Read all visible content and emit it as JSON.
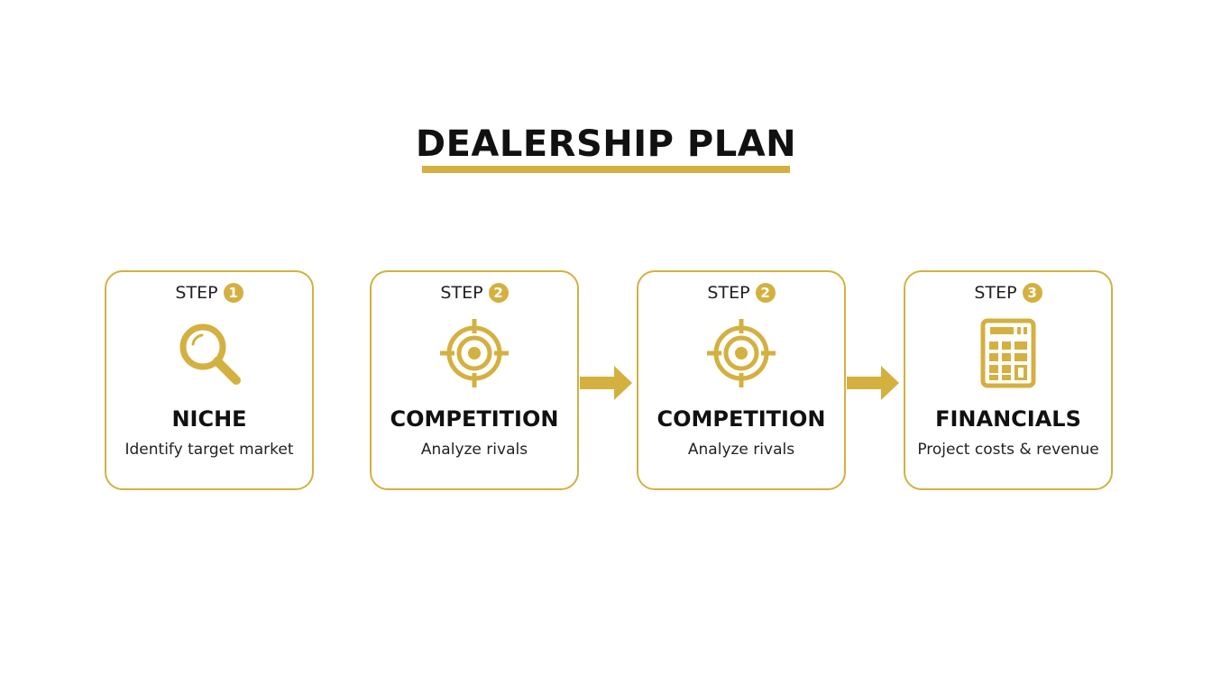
{
  "title": "DEALERSHIP PLAN",
  "colors": {
    "accent": "#d4b040",
    "text": "#111111",
    "background": "#ffffff"
  },
  "cards": [
    {
      "step_label": "STEP",
      "step_number": "1",
      "icon": "magnifying-glass-icon",
      "title": "NICHE",
      "description": "Identify target market"
    },
    {
      "step_label": "STEP",
      "step_number": "2",
      "icon": "target-icon",
      "title": "COMPETITION",
      "description": "Analyze rivals"
    },
    {
      "step_label": "STEP",
      "step_number": "2",
      "icon": "target-icon",
      "title": "COMPETITION",
      "description": "Analyze rivals"
    },
    {
      "step_label": "STEP",
      "step_number": "3",
      "icon": "calculator-icon",
      "title": "FINANCIALS",
      "description": "Project costs & revenue"
    }
  ]
}
